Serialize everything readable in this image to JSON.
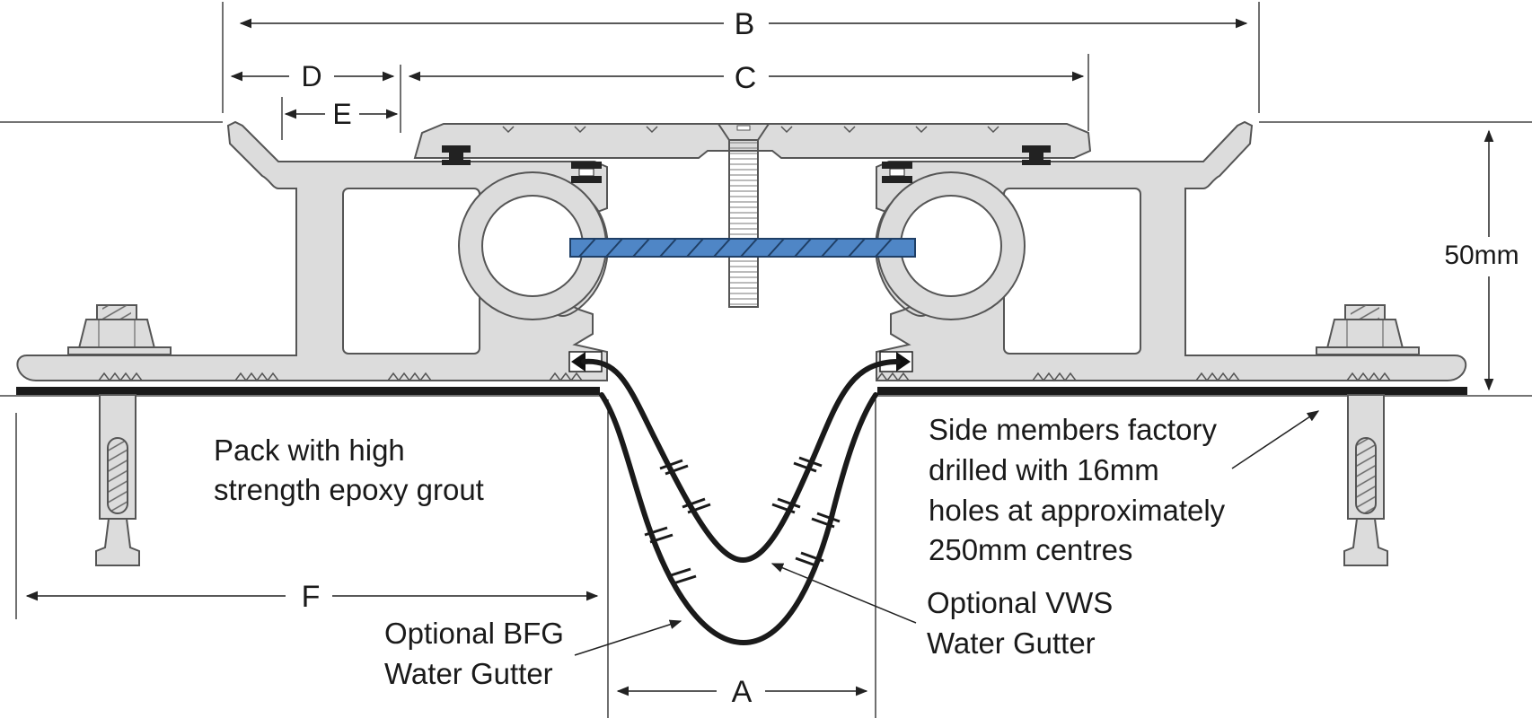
{
  "dimensions": {
    "A": "A",
    "B": "B",
    "C": "C",
    "D": "D",
    "E": "E",
    "F": "F",
    "height": "50mm"
  },
  "annotations": {
    "grout": [
      "Pack with high",
      "strength epoxy grout"
    ],
    "side_members": [
      "Side members factory",
      "drilled with 16mm",
      "holes at approximately",
      "250mm centres"
    ],
    "vws": [
      "Optional VWS",
      "Water Gutter"
    ],
    "bfg": [
      "Optional BFG",
      "Water Gutter"
    ]
  },
  "colors": {
    "metal_fill": "#dcdcdc",
    "metal_stroke": "#555555",
    "seal_bar": "#4f86c6",
    "gutter": "#1a1a1a",
    "line": "#222222"
  }
}
